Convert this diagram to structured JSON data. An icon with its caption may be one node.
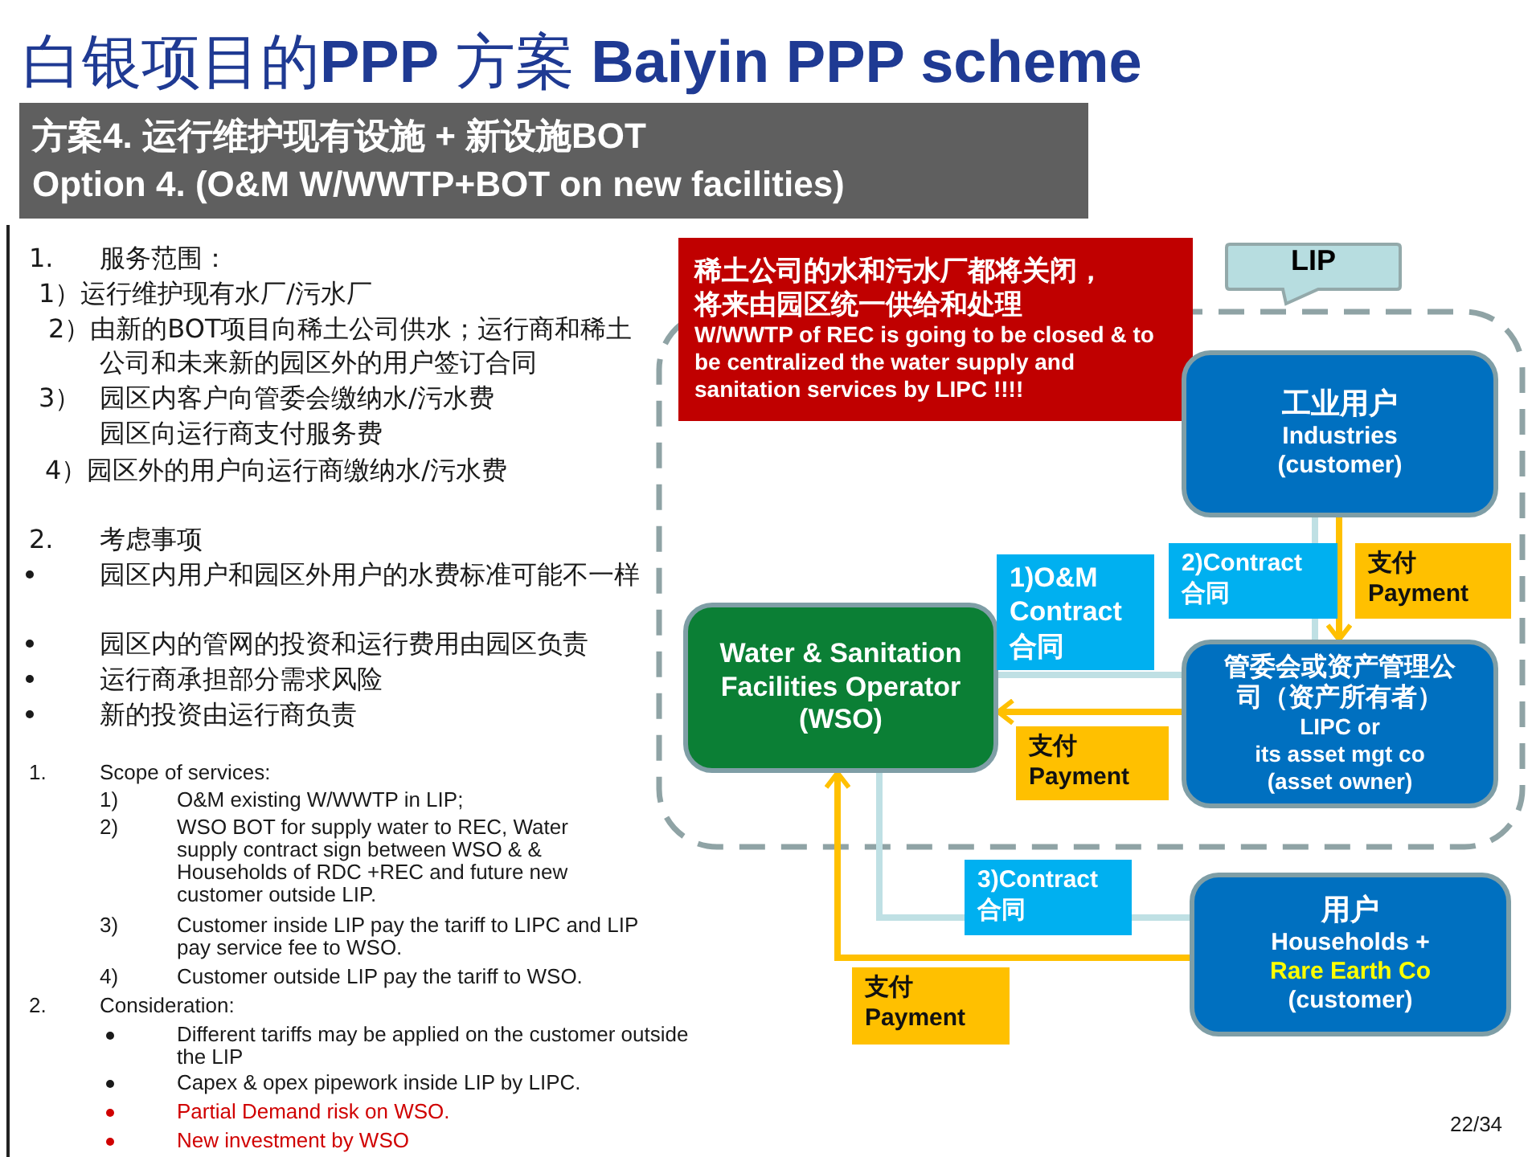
{
  "diagram": {
    "title": "白银项目的**PPP** 方案 **Baiyin PPP scheme**",
    "nodes": [
      {
        "text": [
          "稀土公司的水和污水厂都将关闭，将来由园区统一供给和处理",
          "W/WWTP of REC is going to be closed & to be centralized the water supply and sanitation services by LIPC  !!!!"
        ]
      },
      {
        "text": [
          "LIP"
        ]
      },
      {
        "text": [
          "工业用户",
          "Industries",
          "(customer)"
        ],
        "in": 1
      },
      {
        "text": [
          "Water & Sanitation Facilities Operator (WSO)"
        ],
        "in": 1
      },
      {
        "text": [
          "管委会或资产管理公司（资产所有者）",
          "LIPC or",
          "its asset mgt co",
          "(asset owner)"
        ],
        "in": 1
      },
      {
        "text": [
          "用户",
          "Households +",
          "Rare Earth Co",
          "(customer)"
        ]
      }
    ],
    "edges": [
      {
        "from": 2,
        "to": 4,
        "arrow": "none",
        "label": "2)Contract 合同",
        "color": "#bfe0e4"
      },
      {
        "from": 2,
        "to": 4,
        "arrow": "to",
        "label": "支付 Payment",
        "color": "#ffc000"
      },
      {
        "from": 4,
        "to": 3,
        "arrow": "none",
        "label": "1)O&M Contract 合同",
        "color": "#bfe0e4"
      },
      {
        "from": 4,
        "to": 3,
        "arrow": "to",
        "label": "支付 Payment",
        "color": "#ffc000"
      },
      {
        "from": 5,
        "to": 3,
        "arrow": "none",
        "label": "3)Contract 合同",
        "color": "#bfe0e4"
      },
      {
        "from": 5,
        "to": 3,
        "arrow": "to",
        "label": "支付 Payment",
        "color": "#ffc000"
      }
    ],
    "labels": [
      "方案4.  运行维护现有设施 + 新设施BOT",
      "Option 4. (O&M W/WWTP+BOT on new facilities)",
      "1.",
      "服务范围：",
      "1）运行维护现有水厂/污水厂",
      "2）由新的BOT项目向稀土公司供水；运行商和稀土公司和未来新的园区外的用户签订合同",
      "3）",
      "园区内客户向管委会缴纳水/污水费",
      "园区向运行商支付服务费",
      "4）园区外的用户向运行商缴纳水/污水费",
      "2.",
      "考虑事项",
      "园区内用户和园区外用户的水费标准可能不一样",
      "园区内的管网的投资和运行费用由园区负责",
      "运行商承担部分需求风险",
      "新的投资由运行商负责",
      "1.",
      "Scope of services:",
      "1)",
      "O&M existing W/WWTP in LIP;",
      "2)",
      "WSO BOT for supply  water to REC, Water supply  contract sign between WSO & & Households of RDC +REC and future new customer outside LIP.",
      "3)",
      "Customer inside LIP pay the tariff to LIPC and LIP pay service fee to WSO.",
      "4)",
      "Customer outside LIP pay the tariff to WSO.",
      "2.",
      "Consideration:",
      "Different tariffs may be applied on the customer outside the LIP",
      "Capex & opex pipework inside LIP by LIPC.",
      "Partial Demand risk on WSO.",
      "New investment by WSO",
      "22/34"
    ]
  }
}
